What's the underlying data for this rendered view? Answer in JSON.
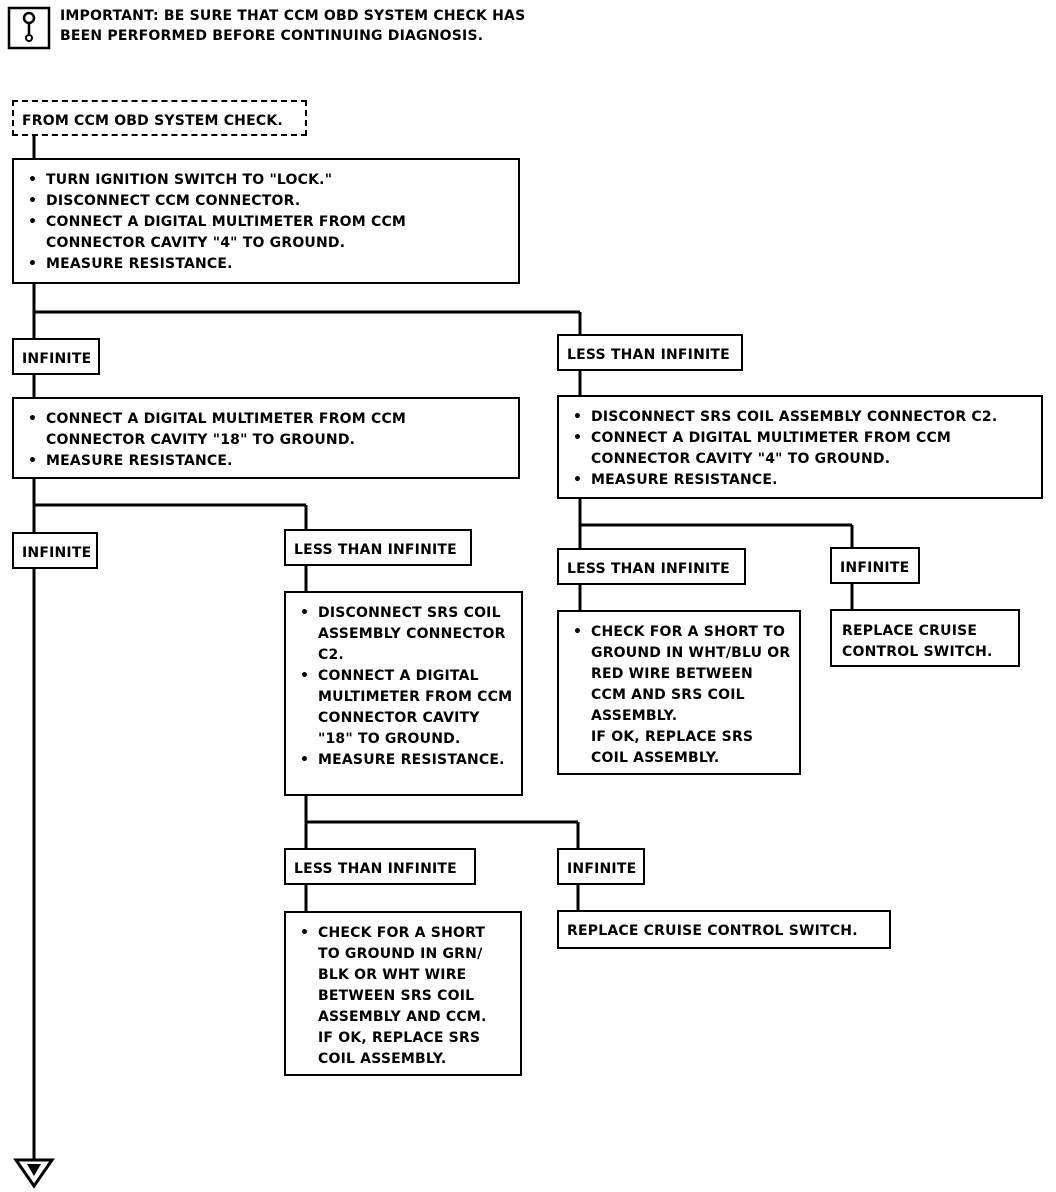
{
  "note": {
    "line1": "IMPORTANT: BE SURE THAT CCM OBD SYSTEM CHECK HAS",
    "line2": "BEEN PERFORMED BEFORE CONTINUING DIAGNOSIS."
  },
  "start": "FROM CCM OBD SYSTEM CHECK.",
  "step1": [
    "TURN IGNITION SWITCH TO \"LOCK.\"",
    "DISCONNECT CCM CONNECTOR.",
    "CONNECT A DIGITAL MULTIMETER FROM CCM CONNECTOR CAVITY \"4\" TO GROUND.",
    "MEASURE RESISTANCE."
  ],
  "labels": {
    "infinite": "INFINITE",
    "less_than_infinite": "LESS THAN INFINITE"
  },
  "step2": [
    "CONNECT A DIGITAL MULTIMETER FROM CCM CONNECTOR CAVITY \"18\" TO GROUND.",
    "MEASURE RESISTANCE."
  ],
  "step3": [
    "DISCONNECT SRS COIL ASSEMBLY CONNECTOR C2.",
    "CONNECT A DIGITAL MULTIMETER FROM CCM CONNECTOR CAVITY \"4\" TO GROUND.",
    "MEASURE RESISTANCE."
  ],
  "step4": [
    "DISCONNECT SRS COIL ASSEMBLY CONNECTOR C2.",
    "CONNECT A DIGITAL MULTIMETER FROM CCM CONNECTOR CAVITY \"18\" TO GROUND.",
    "MEASURE RESISTANCE."
  ],
  "result_wht_blu": {
    "check": "CHECK FOR A SHORT TO GROUND IN WHT/BLU OR RED WIRE BETWEEN CCM AND SRS COIL ASSEMBLY.",
    "then": "IF OK, REPLACE SRS COIL ASSEMBLY."
  },
  "result_replace_1": "REPLACE CRUISE CONTROL SWITCH.",
  "result_grn_blk": {
    "check": "CHECK FOR A SHORT TO GROUND IN GRN/ BLK OR WHT WIRE BETWEEN SRS COIL ASSEMBLY AND CCM.",
    "then": "IF OK, REPLACE SRS COIL ASSEMBLY."
  },
  "result_replace_2": "REPLACE CRUISE CONTROL SWITCH."
}
